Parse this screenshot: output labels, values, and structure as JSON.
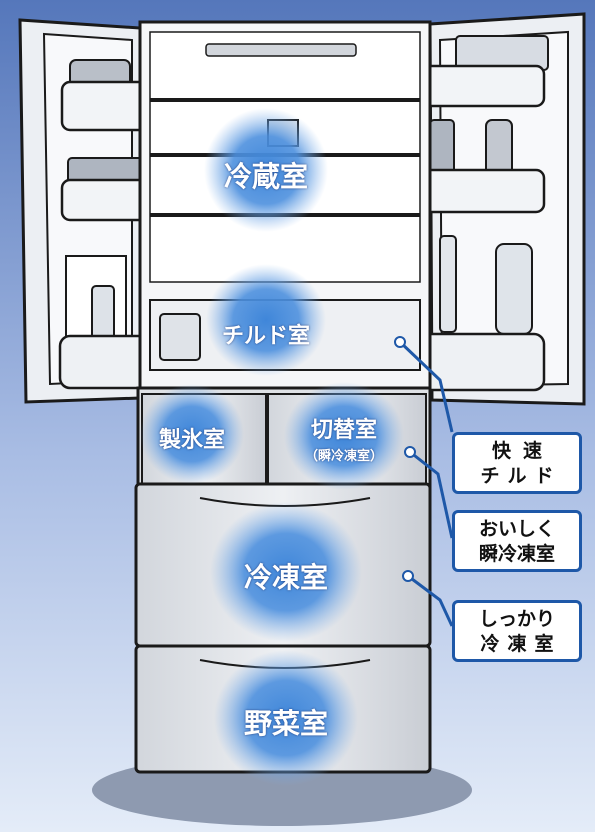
{
  "compartments": {
    "fridge": "冷蔵室",
    "chilled": "チルド室",
    "ice": "製氷室",
    "switch": "切替室",
    "switch_sub": "（瞬冷凍室）",
    "freezer": "冷凍室",
    "vegetable": "野菜室"
  },
  "callouts": {
    "quick_chilled": {
      "line1": "快速",
      "line2": "チルド"
    },
    "instant_freeze": {
      "line1": "おいしく",
      "line2": "瞬冷凍室"
    },
    "deep_freeze": {
      "line1": "しっかり",
      "line2": "冷凍室"
    }
  },
  "colors": {
    "background_top": "#5577bb",
    "background_bottom": "#e4ecf8",
    "zone_glow": "#3f86d9",
    "callout_border": "#1e58a8",
    "leader_line": "#1e58a8"
  }
}
